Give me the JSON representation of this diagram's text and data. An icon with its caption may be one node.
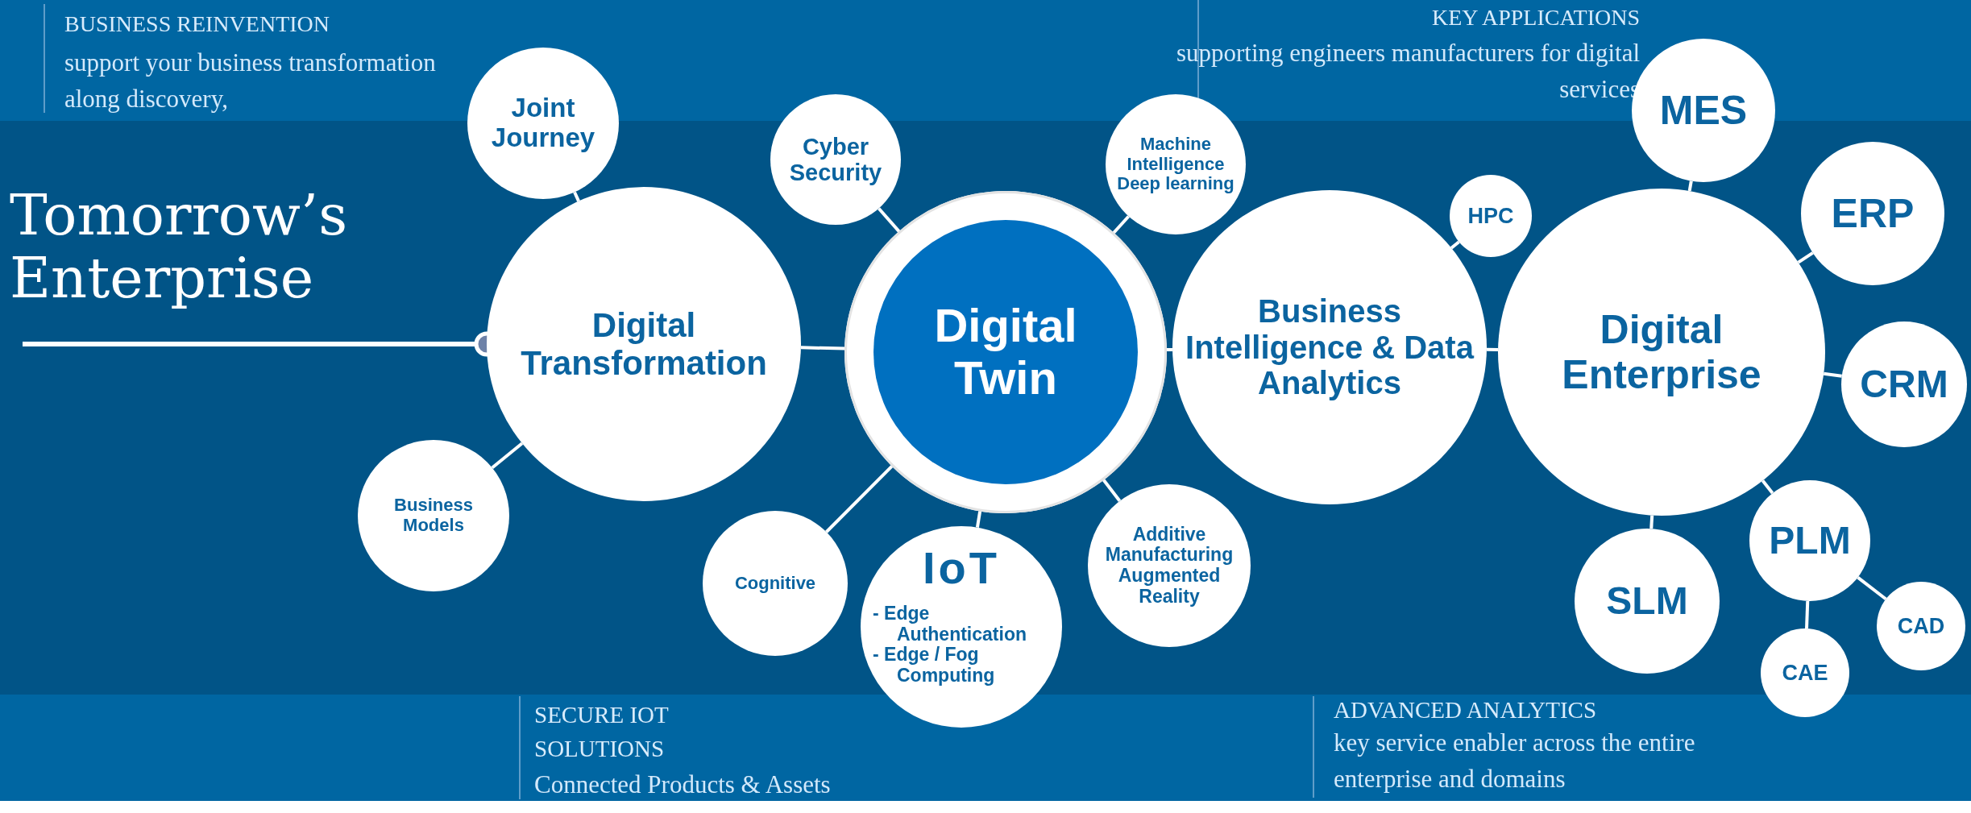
{
  "diagram": {
    "title": "Tomorrow’s Enterprise",
    "nodes": [
      {
        "text": [
          "Joint Journey"
        ]
      },
      {
        "text": [
          "Cyber Security"
        ]
      },
      {
        "text": [
          "Machine Intelligence",
          "Deep learning"
        ]
      },
      {
        "text": [
          "MES"
        ]
      },
      {
        "text": [
          "HPC"
        ]
      },
      {
        "text": [
          "ERP"
        ]
      },
      {
        "text": [
          "Digital Transformation"
        ]
      },
      {
        "text": [
          "Digital Twin"
        ]
      },
      {
        "text": [
          "Business Intelligence & Data Analytics"
        ]
      },
      {
        "text": [
          "Digital Enterprise"
        ]
      },
      {
        "text": [
          "CRM"
        ]
      },
      {
        "text": [
          "Business Models"
        ]
      },
      {
        "text": [
          "Additive Manufacturing",
          "Augmented Reality"
        ]
      },
      {
        "text": [
          "PLM"
        ]
      },
      {
        "text": [
          "Cognitive"
        ]
      },
      {
        "text": [
          "IoT",
          "- Edge Authentication",
          "- Edge / Fog Computing"
        ]
      },
      {
        "text": [
          "SLM"
        ]
      },
      {
        "text": [
          "CAD"
        ]
      },
      {
        "text": [
          "CAE"
        ]
      }
    ],
    "edges": [
      {
        "from": null,
        "to": 6,
        "arrow": "other"
      },
      {
        "from": 0,
        "to": 6,
        "arrow": "none"
      },
      {
        "from": 1,
        "to": 7,
        "arrow": "none"
      },
      {
        "from": 2,
        "to": 7,
        "arrow": "none"
      },
      {
        "from": 6,
        "to": 7,
        "arrow": "none"
      },
      {
        "from": 7,
        "to": 8,
        "arrow": "none"
      },
      {
        "from": 4,
        "to": 8,
        "arrow": "none"
      },
      {
        "from": 8,
        "to": 9,
        "arrow": "none"
      },
      {
        "from": 3,
        "to": 9,
        "arrow": "none"
      },
      {
        "from": 5,
        "to": 9,
        "arrow": "none"
      },
      {
        "from": 10,
        "to": 9,
        "arrow": "none"
      },
      {
        "from": 11,
        "to": 6,
        "arrow": "none"
      },
      {
        "from": 14,
        "to": 7,
        "arrow": "none"
      },
      {
        "from": 15,
        "to": 7,
        "arrow": "none"
      },
      {
        "from": 12,
        "to": 7,
        "arrow": "none"
      },
      {
        "from": 16,
        "to": 9,
        "arrow": "none"
      },
      {
        "from": 13,
        "to": 9,
        "arrow": "none"
      },
      {
        "from": 17,
        "to": 13,
        "arrow": "none"
      },
      {
        "from": 18,
        "to": 13,
        "arrow": "none"
      }
    ],
    "labels": [
      "BUSINESS REINVENTION",
      "support your business transformation along discovery,",
      "KEY APPLICATIONS",
      "supporting engineers manufacturers for digital services",
      "SECURE IOT SOLUTIONS",
      "Connected Products & Assets",
      "ADVANCED ANALYTICS",
      "key service enabler across the entire enterprise and domains"
    ]
  }
}
